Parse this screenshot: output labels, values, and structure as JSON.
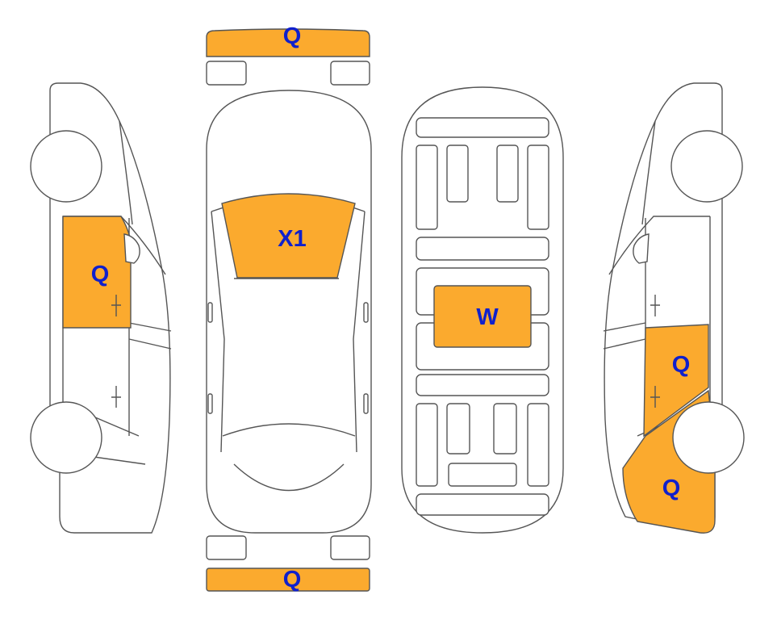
{
  "colors": {
    "damage_fill": "#FBAA2E",
    "label_color": "#1020CC",
    "outline": "#555555"
  },
  "labels": {
    "front_bumper": "Q",
    "rear_bumper": "Q",
    "windshield": "X1",
    "roof": "W",
    "left_front_door": "Q",
    "right_rear_door": "Q",
    "right_rear_quarter": "Q"
  }
}
